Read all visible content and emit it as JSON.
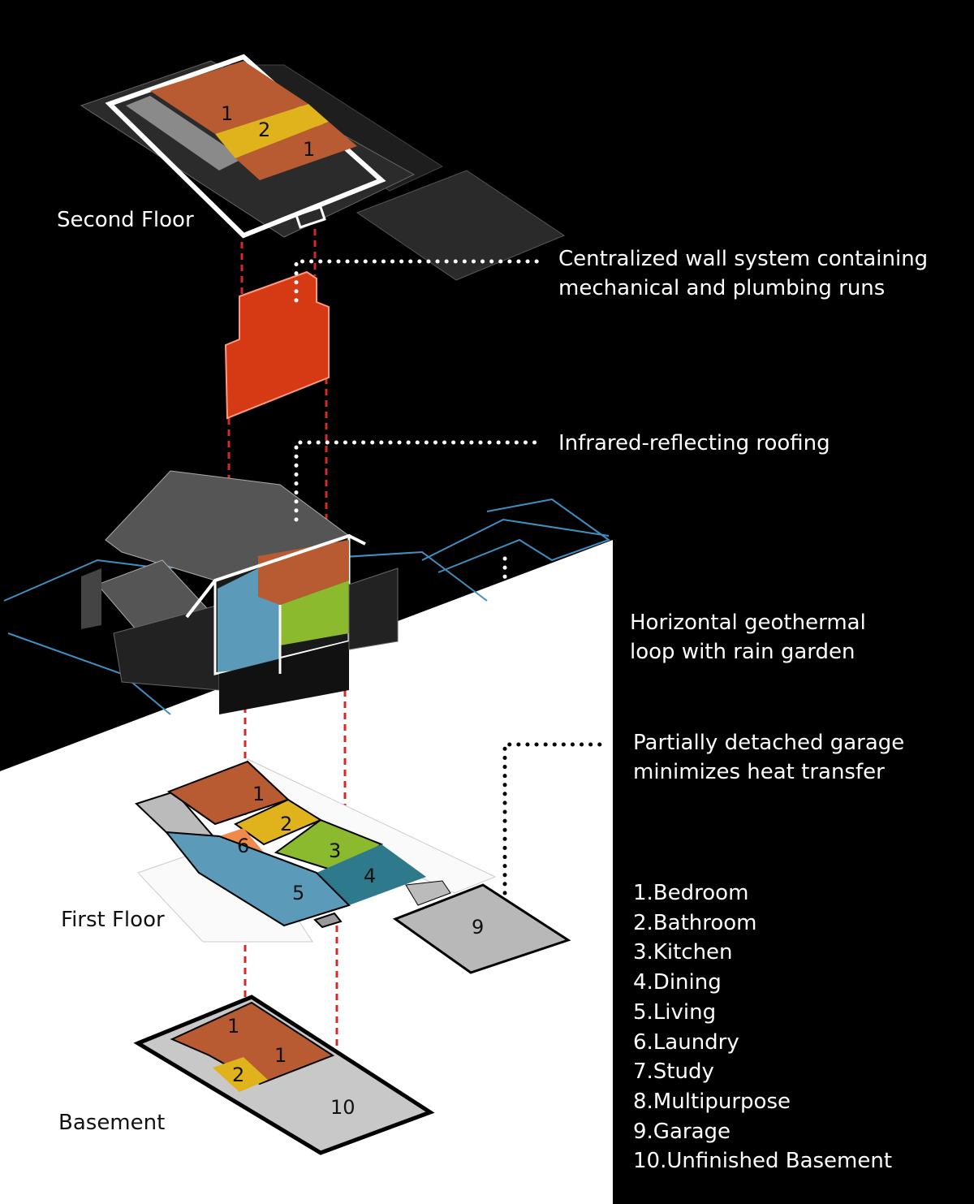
{
  "floors": {
    "second": "Second Floor",
    "first": "First Floor",
    "basement": "Basement"
  },
  "annotations": [
    {
      "line1": "Centralized wall system containing",
      "line2": "mechanical and plumbing runs"
    },
    {
      "line1": "Infrared-reflecting roofing",
      "line2": ""
    },
    {
      "line1": "Horizontal geothermal",
      "line2": "loop with rain garden"
    },
    {
      "line1": "Partially detached garage",
      "line2": "minimizes heat transfer"
    }
  ],
  "legend": [
    "1.Bedroom",
    "2.Bathroom",
    "3.Kitchen",
    "4.Dining",
    "5.Living",
    "6.Laundry",
    "7.Study",
    "8.Multipurpose",
    "9.Garage",
    "10.Unfinished Basement"
  ],
  "room_numbers": {
    "second": [
      "1",
      "2",
      "1"
    ],
    "first": [
      "1",
      "2",
      "3",
      "4",
      "5",
      "6",
      "9"
    ],
    "basement": [
      "1",
      "1",
      "2",
      "10"
    ]
  },
  "colors": {
    "bedroom": "#b85a32",
    "bathroom": "#e0b21c",
    "kitchen": "#8cba2e",
    "dining": "#2e7a8c",
    "living": "#5b9ab8",
    "laundry": "#f08a4a",
    "garage": "#b8b8b8",
    "wall": "#d63a14",
    "leader": "#ffffff",
    "dash": "#d42a2a"
  }
}
